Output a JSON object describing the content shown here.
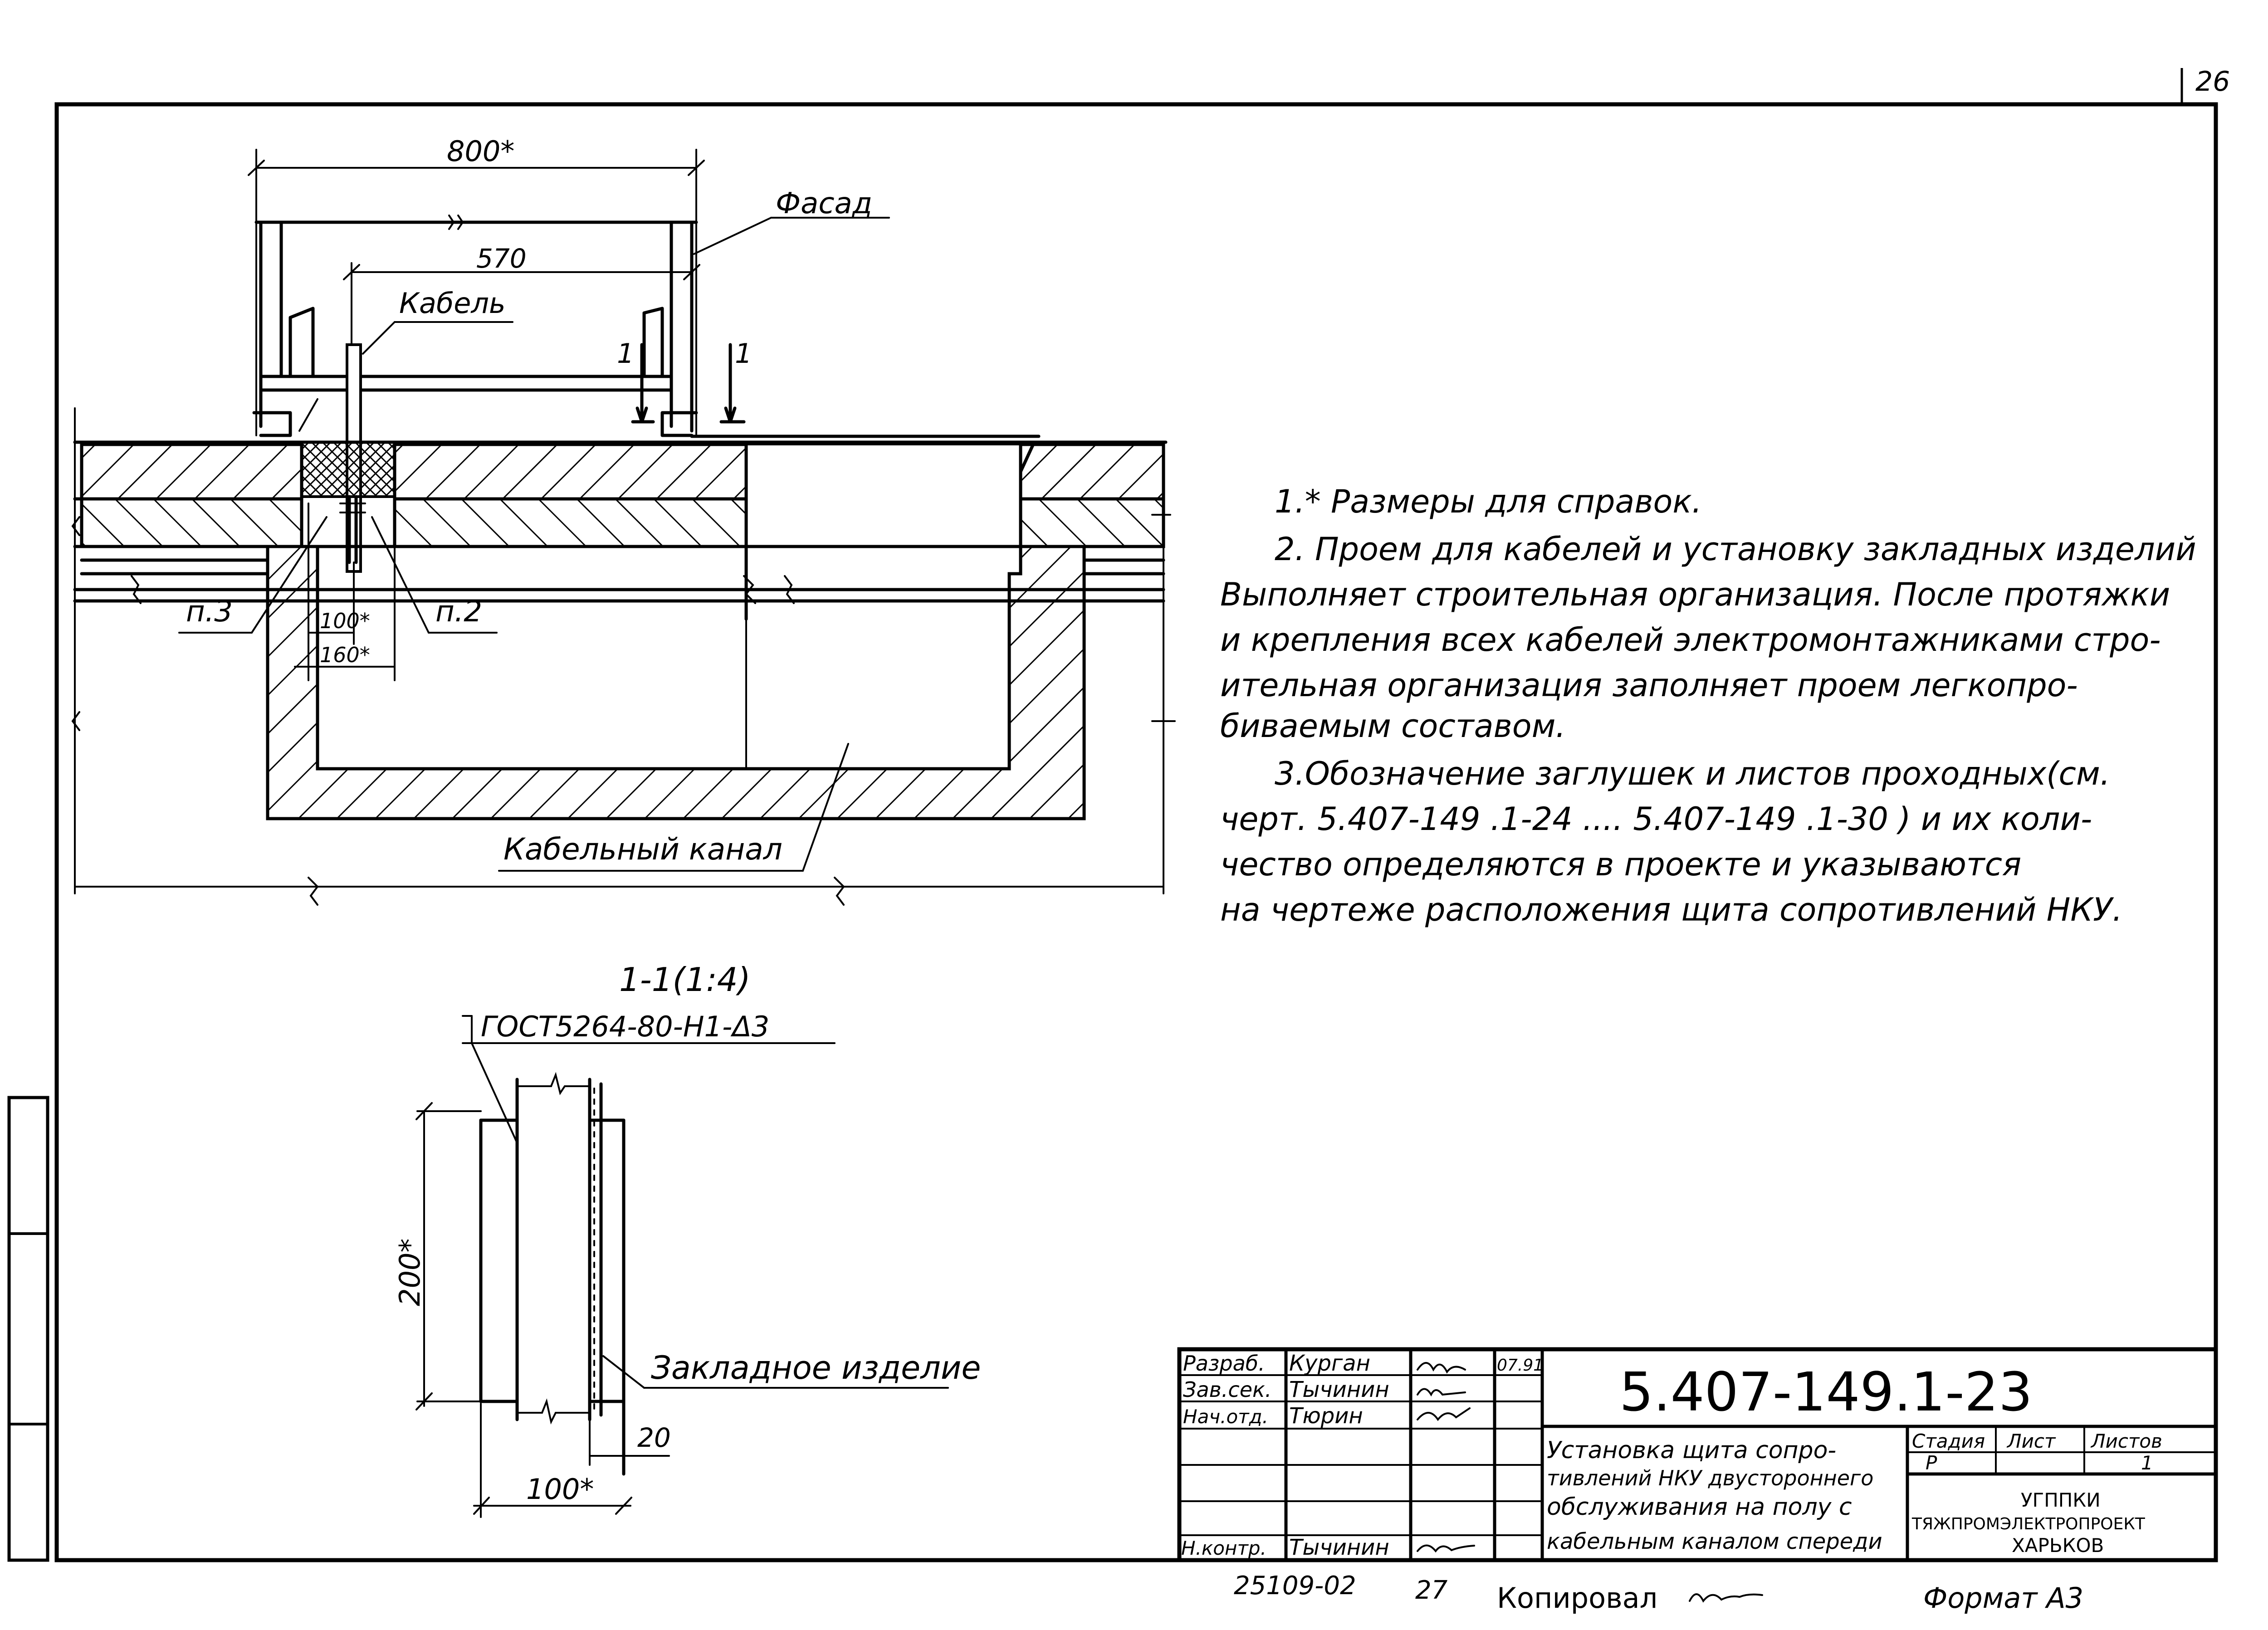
{
  "sheet_corner_number": "26",
  "plan": {
    "dim_overall": "800*",
    "dim_inner": "570",
    "label_facade": "Фасад",
    "label_cable": "Кабель",
    "section_mark_left": "1",
    "section_mark_right": "1",
    "callout_p3": "п.3",
    "callout_p2": "п.2",
    "dim_100": "100*",
    "dim_160": "160*",
    "label_cable_channel": "Кабельный канал"
  },
  "notes": [
    "1.* Размеры для справок.",
    "2. Проем для кабелей и установку закладных изделий",
    "Выполняет строительная организация. После протяжки",
    "и крепления всех кабелей электромонтажниками стро-",
    "ительная организация заполняет проем легкопро-",
    "биваемым составом.",
    "3.Обозначение заглушек и листов проходных(см.",
    "черт. 5.407-149 .1-24 .... 5.407-149 .1-30 ) и их коли-",
    "чество определяются в проекте и указываются",
    "на чертеже расположения щита сопротивлений НКУ."
  ],
  "section": {
    "title": "1-1(1:4)",
    "weld_symbol": "ГОСТ5264-80-Н1-Δ3",
    "dim_200": "200*",
    "label_embedded": "Закладное изделие",
    "dim_20": "20",
    "dim_100": "100*"
  },
  "title_block": {
    "roles": [
      "Разраб.",
      "Зав.сек.",
      "Нач.отд.",
      "",
      "",
      "",
      "Н.контр."
    ],
    "names": [
      "Курган",
      "Тычинин",
      "Тюрин",
      "",
      "",
      "",
      "Тычинин"
    ],
    "date_first_row": "07.91",
    "document_code": "5.407-149.1-23",
    "document_title": [
      "Установка щита сопро-",
      "тивлений НКУ двустороннего",
      "обслуживания на полу с",
      "кабельным каналом спереди"
    ],
    "stage_header": "Стадия",
    "sheet_header": "Лист",
    "sheets_header": "Листов",
    "stage_value": "Р",
    "sheet_value": "",
    "sheets_value": "1",
    "org": [
      "УГППКИ",
      "ТЯЖПРОМЭЛЕКТРОПРОЕКТ",
      "ХАРЬКОВ"
    ]
  },
  "footer": {
    "inventory": "25109-02",
    "page": "27",
    "copied_by": "Копировал",
    "format": "Формат А3"
  }
}
